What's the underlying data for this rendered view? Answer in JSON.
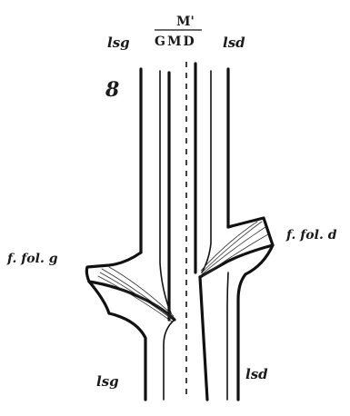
{
  "figure": {
    "number": "8",
    "labels": {
      "top_left": "lsg",
      "top_right": "lsd",
      "median_top": "M'",
      "median_bottom": "GMD",
      "leaf_left": "f. fol. g",
      "leaf_right": "f. fol. d",
      "bottom_left": "lsg",
      "bottom_right": "lsd"
    }
  }
}
